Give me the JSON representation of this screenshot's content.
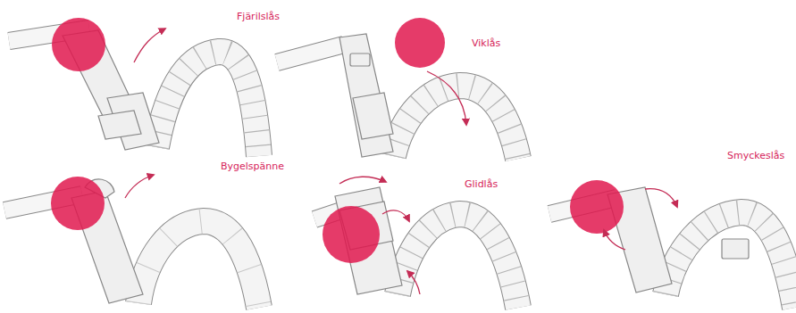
{
  "diagram": {
    "labels": [
      "Fjärilslås",
      "Viklås",
      "Bygelspänne",
      "Glidlås",
      "Smyckeslås"
    ]
  }
}
